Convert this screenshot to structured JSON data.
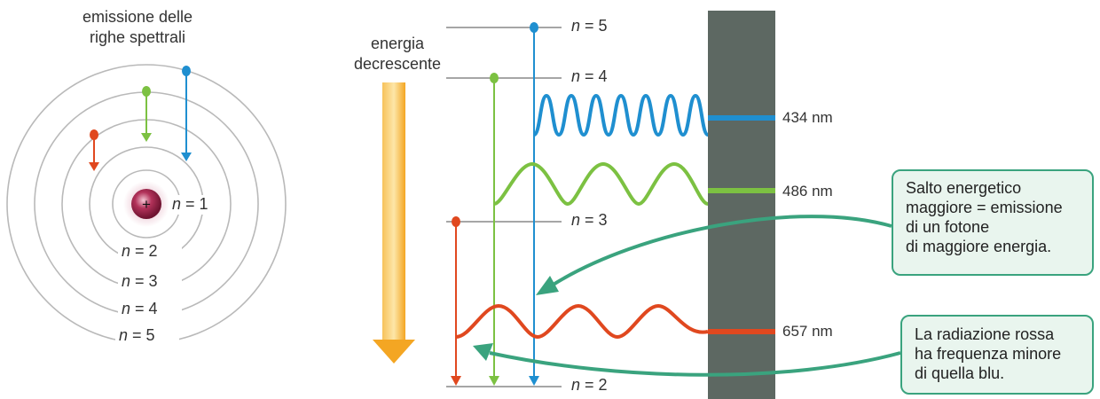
{
  "atom_title_lines": [
    "emissione delle",
    "righe spettrali"
  ],
  "nucleus_symbol": "+",
  "orbit_labels": [
    {
      "n": "n",
      "eq": " = 1"
    },
    {
      "n": "n",
      "eq": " = 2"
    },
    {
      "n": "n",
      "eq": " = 3"
    },
    {
      "n": "n",
      "eq": " = 4"
    },
    {
      "n": "n",
      "eq": " = 5"
    }
  ],
  "energy_title_lines": [
    "energia",
    "decrescente"
  ],
  "level_labels": [
    {
      "n": "n",
      "eq": " = 5"
    },
    {
      "n": "n",
      "eq": " = 4"
    },
    {
      "n": "n",
      "eq": " = 3"
    },
    {
      "n": "n",
      "eq": " = 2"
    }
  ],
  "wavelengths": [
    "434 nm",
    "486 nm",
    "657 nm"
  ],
  "callout_top": [
    "Salto energetico",
    "maggiore = emissione",
    "di un fotone",
    "di maggiore energia."
  ],
  "callout_bottom": [
    "La radiazione rossa",
    "ha frequenza minore",
    "di quella blu."
  ],
  "colors": {
    "blue": "#1f8fd0",
    "green": "#7cc142",
    "red": "#e0481f",
    "spectrum_bar": "#5d6862",
    "callout_border": "#3aa37e",
    "callout_fill": "#e9f5ee",
    "energy_arrow": "#f4b23a"
  }
}
